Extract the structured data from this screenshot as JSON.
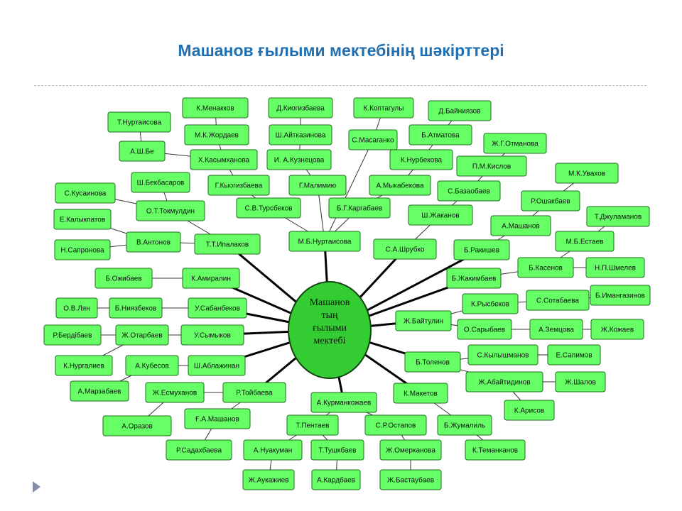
{
  "title": "Машанов ғылыми мектебінің шәкірттері",
  "center": {
    "lines": [
      "Машанов",
      "тың",
      "ғылыми",
      "мектебі"
    ]
  },
  "nodes": [
    {
      "id": "n1",
      "label": "К.Менакков"
    },
    {
      "id": "n2",
      "label": "Д.Киогизбаева"
    },
    {
      "id": "n3",
      "label": "К.Коптагулы"
    },
    {
      "id": "n4",
      "label": "Д.Байниязов"
    },
    {
      "id": "n5",
      "label": "Т.Нуртаисова"
    },
    {
      "id": "n6",
      "label": "М.К.Жордаев"
    },
    {
      "id": "n7",
      "label": "Ш.Айтказинова"
    },
    {
      "id": "n8",
      "label": "С.Масаганко"
    },
    {
      "id": "n9",
      "label": "Б.Атматова"
    },
    {
      "id": "n10",
      "label": "Ж.Г.Отманова"
    },
    {
      "id": "n11",
      "label": "А.Ш.Бе"
    },
    {
      "id": "n12",
      "label": "Х.Касымханова"
    },
    {
      "id": "n13",
      "label": "И. А.Кузнецова"
    },
    {
      "id": "n14",
      "label": "К.Нурбекова"
    },
    {
      "id": "n15",
      "label": "П.М.Кислов"
    },
    {
      "id": "n16",
      "label": "М.К.Увахов"
    },
    {
      "id": "n17",
      "label": "Ш.Бекбасаров"
    },
    {
      "id": "n18",
      "label": "Г.Кыогизбаева"
    },
    {
      "id": "n19",
      "label": "Г.Малимию"
    },
    {
      "id": "n20",
      "label": "А.Мыкабекова"
    },
    {
      "id": "n21",
      "label": "С.Базаобаев"
    },
    {
      "id": "n22",
      "label": "С.Кусаинова"
    },
    {
      "id": "n23",
      "label": "Р.Ошакбаев"
    },
    {
      "id": "n24",
      "label": "О.Т.Токмулдин"
    },
    {
      "id": "n25",
      "label": "С.В.Турсбеков"
    },
    {
      "id": "n26",
      "label": "Б.Г.Каргабаев"
    },
    {
      "id": "n27",
      "label": "Ш.Жаканов"
    },
    {
      "id": "n28",
      "label": "Т.Джуламанов"
    },
    {
      "id": "n29",
      "label": "Е.Калыкпатов"
    },
    {
      "id": "n30",
      "label": "А.Машанов"
    },
    {
      "id": "n31",
      "label": "В.Антонов"
    },
    {
      "id": "n32",
      "label": "Т.Т.Ипалаков"
    },
    {
      "id": "n33",
      "label": "М.Б.Нуртаисова"
    },
    {
      "id": "n34",
      "label": "М.Б.Естаев"
    },
    {
      "id": "n35",
      "label": "Н.Сапронова"
    },
    {
      "id": "n36",
      "label": "С.А.Шрубко"
    },
    {
      "id": "n37",
      "label": "Б.Ракишев"
    },
    {
      "id": "n38",
      "label": "Б.Касенов"
    },
    {
      "id": "n39",
      "label": "Н.П.Шмелев"
    },
    {
      "id": "n40",
      "label": "Б.Ожибаев"
    },
    {
      "id": "n41",
      "label": "К.Амиралин"
    },
    {
      "id": "n42",
      "label": "Б.Жакимбаев"
    },
    {
      "id": "n43",
      "label": "Б.Имангазинов"
    },
    {
      "id": "n44",
      "label": "К.Рысбеков"
    },
    {
      "id": "n45",
      "label": "С.Сотабаева"
    },
    {
      "id": "n46",
      "label": "О.В.Лян"
    },
    {
      "id": "n47",
      "label": "Б.Ниязбеков"
    },
    {
      "id": "n48",
      "label": "У.Сабанбеков"
    },
    {
      "id": "n49",
      "label": "Ж.Байтулин"
    },
    {
      "id": "n50",
      "label": "Р.Бердібаев"
    },
    {
      "id": "n51",
      "label": "Ж.Отарбаев"
    },
    {
      "id": "n52",
      "label": "У.Сымыков"
    },
    {
      "id": "n53",
      "label": "О.Сарыбаев"
    },
    {
      "id": "n54",
      "label": "А.Земцова"
    },
    {
      "id": "n55",
      "label": "Ж.Кожаев"
    },
    {
      "id": "n56",
      "label": "С.Кылышманов"
    },
    {
      "id": "n57",
      "label": "Е.Сапимов"
    },
    {
      "id": "n58",
      "label": "К.Нургалиев"
    },
    {
      "id": "n59",
      "label": "А.Кубесов"
    },
    {
      "id": "n60",
      "label": "Ш.Аблажинан"
    },
    {
      "id": "n61",
      "label": "Б.Толенов"
    },
    {
      "id": "n62",
      "label": "Ж.Абайтидинов"
    },
    {
      "id": "n63",
      "label": "Ж.Шалов"
    },
    {
      "id": "n64",
      "label": "А.Марзабаев"
    },
    {
      "id": "n65",
      "label": "Ж.Есмуханов"
    },
    {
      "id": "n66",
      "label": "Р.Тойбаева"
    },
    {
      "id": "n67",
      "label": "А.Курманкожаев"
    },
    {
      "id": "n68",
      "label": "К.Макетов"
    },
    {
      "id": "n69",
      "label": "К.Арисов"
    },
    {
      "id": "n70",
      "label": "А.Оразов"
    },
    {
      "id": "n71",
      "label": "Ғ.А.Машанов"
    },
    {
      "id": "n72",
      "label": "Т.Пентаев"
    },
    {
      "id": "n73",
      "label": "С.Р.Остапов"
    },
    {
      "id": "n74",
      "label": "Б.Жумалиль"
    },
    {
      "id": "n75",
      "label": "Р.Садахбаева"
    },
    {
      "id": "n76",
      "label": "А.Нуакуман"
    },
    {
      "id": "n77",
      "label": "Т.Тушкбаев"
    },
    {
      "id": "n78",
      "label": "Ж.Омерканова"
    },
    {
      "id": "n79",
      "label": "К.Теманканов"
    },
    {
      "id": "n80",
      "label": "Ж.Аукажиев"
    },
    {
      "id": "n81",
      "label": "А.Кардбаев"
    },
    {
      "id": "n82",
      "label": "Ж.Бастаубаев"
    }
  ],
  "colors": {
    "node_fill": "#66ff66",
    "center_fill": "#33cc33",
    "title": "#1f6fb2"
  }
}
